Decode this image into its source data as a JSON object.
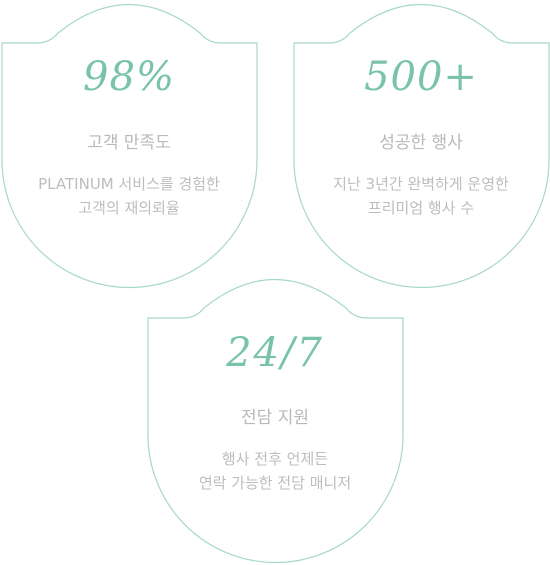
{
  "stats": [
    {
      "value": "98%",
      "title": "고객 만족도",
      "description": [
        "PLATINUM 서비스를 경험한",
        "고객의 재의뢰율"
      ]
    },
    {
      "value": "500+",
      "title": "성공한 행사",
      "description": [
        "지난 3년간 완벽하게 운영한",
        "프리미엄 행사 수"
      ]
    },
    {
      "value": "24/7",
      "title": "전담 지원",
      "description": [
        "행사 전후 언제든",
        "연락 가능한 전담 매니저"
      ]
    }
  ],
  "colors": {
    "accent": "#79c3a8",
    "outline": "#a6d8c6",
    "text_muted": "#b9b9b9"
  }
}
